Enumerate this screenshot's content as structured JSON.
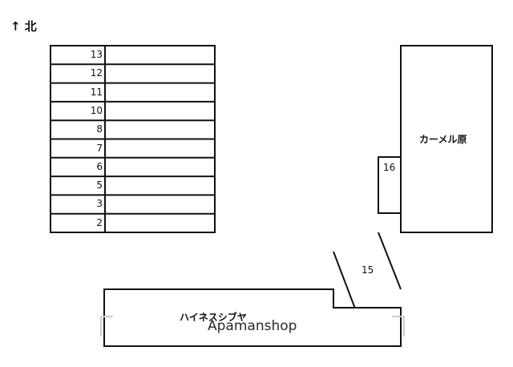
{
  "north_label": "↑ 北",
  "parking_slots": [
    "13",
    "12",
    "11",
    "10",
    "8",
    "7",
    "6",
    "5",
    "3",
    "2"
  ],
  "extra_slots": {
    "slot_16": "16",
    "slot_15": "15"
  },
  "buildings": {
    "carmel_hara": "カーメル原",
    "heinesu_shibuya": "ハイネスシブヤ"
  },
  "watermark": "Apamanshop"
}
